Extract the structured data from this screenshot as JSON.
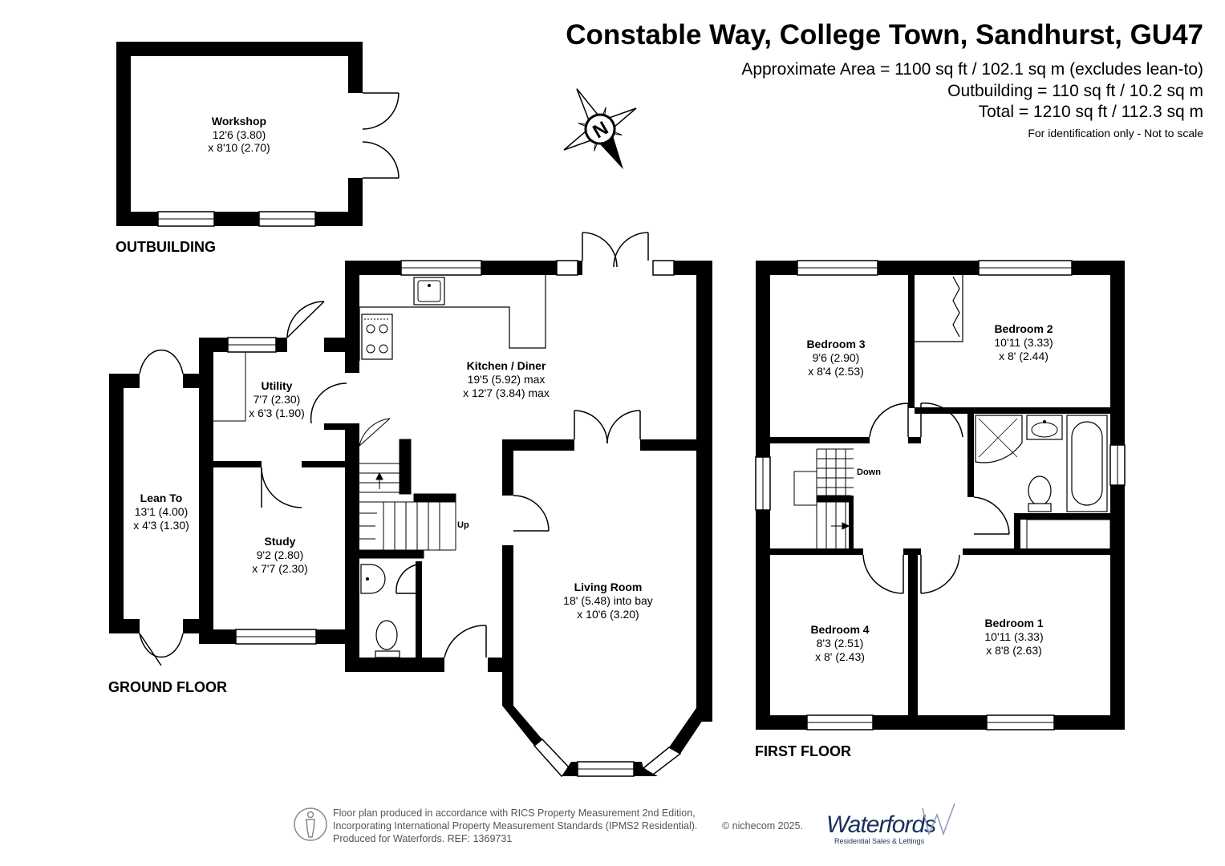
{
  "header": {
    "title": "Constable Way, College Town, Sandhurst, GU47",
    "area_main": "Approximate Area = 1100 sq ft / 102.1 sq m (excludes lean-to)",
    "area_outbuilding": "Outbuilding = 110 sq ft / 10.2 sq m",
    "area_total": "Total = 1210 sq ft / 112.3 sq m",
    "disclaimer": "For identification only - Not to scale"
  },
  "compass": {
    "letter": "N"
  },
  "floors": {
    "outbuilding": "OUTBUILDING",
    "ground": "GROUND FLOOR",
    "first": "FIRST FLOOR"
  },
  "rooms": {
    "workshop": {
      "name": "Workshop",
      "dim1": "12'6 (3.80)",
      "dim2": "x 8'10 (2.70)"
    },
    "kitchen": {
      "name": "Kitchen / Diner",
      "dim1": "19'5 (5.92) max",
      "dim2": "x 12'7 (3.84) max"
    },
    "utility": {
      "name": "Utility",
      "dim1": "7'7 (2.30)",
      "dim2": "x 6'3 (1.90)"
    },
    "lean_to": {
      "name": "Lean To",
      "dim1": "13'1 (4.00)",
      "dim2": "x 4'3 (1.30)"
    },
    "study": {
      "name": "Study",
      "dim1": "9'2 (2.80)",
      "dim2": "x 7'7 (2.30)"
    },
    "living": {
      "name": "Living Room",
      "dim1": "18' (5.48) into bay",
      "dim2": "x 10'6 (3.20)"
    },
    "bedroom3": {
      "name": "Bedroom 3",
      "dim1": "9'6 (2.90)",
      "dim2": "x 8'4 (2.53)"
    },
    "bedroom2": {
      "name": "Bedroom 2",
      "dim1": "10'11 (3.33)",
      "dim2": "x 8' (2.44)"
    },
    "bedroom4": {
      "name": "Bedroom 4",
      "dim1": "8'3 (2.51)",
      "dim2": "x 8' (2.43)"
    },
    "bedroom1": {
      "name": "Bedroom 1",
      "dim1": "10'11 (3.33)",
      "dim2": "x 8'8 (2.63)"
    }
  },
  "stairs": {
    "up": "Up",
    "down": "Down"
  },
  "footer": {
    "line1": "Floor plan produced in accordance with RICS Property Measurement 2nd Edition,",
    "line2": "Incorporating International Property Measurement Standards (IPMS2 Residential).",
    "line3": "Produced for Waterfords.   REF:  1369731",
    "copyright": "© nichecom 2025.",
    "brand": "Waterfords",
    "brand_sub": "Residential Sales & Lettings"
  },
  "colors": {
    "wall": "#000000",
    "fixture": "#333333",
    "brand": "#1a2f5a"
  }
}
